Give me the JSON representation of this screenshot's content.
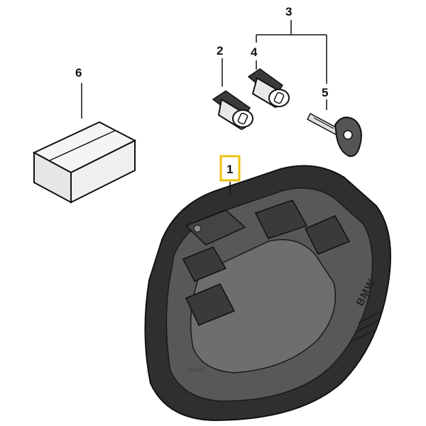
{
  "callouts": {
    "part_1": "1",
    "part_2": "2",
    "part_3": "3",
    "part_4": "4",
    "part_5": "5",
    "part_6": "6"
  },
  "brand_text": "BMW",
  "watermark": "hirochi",
  "colors": {
    "line": "#111111",
    "case_dark": "#2b2b2b",
    "case_mid": "#4a4a4a",
    "case_light": "#6a6a6a",
    "box_fill": "#f2f2f2",
    "highlight": "#f0c010"
  }
}
